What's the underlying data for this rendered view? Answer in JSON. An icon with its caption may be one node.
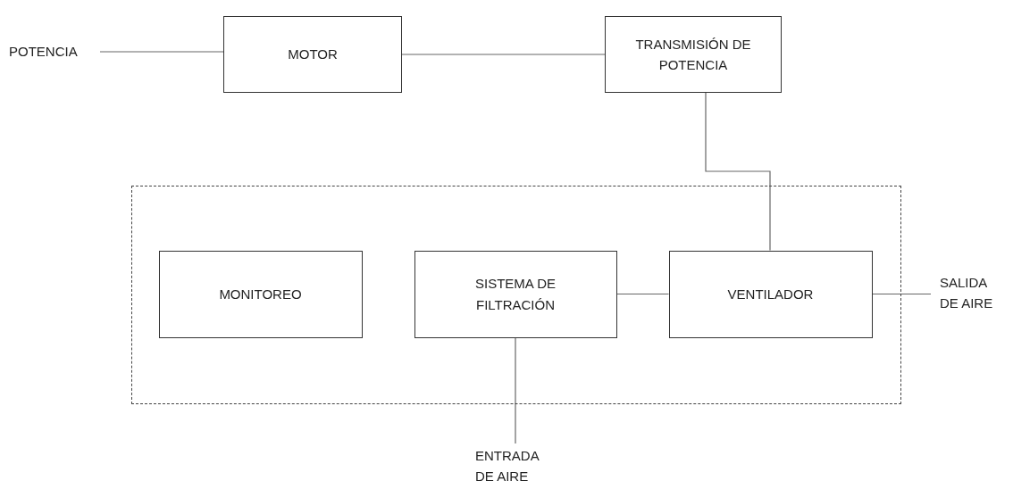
{
  "diagram": {
    "nodes": [
      {
        "text": [
          "POTENCIA"
        ]
      },
      {
        "text": [
          "MOTOR"
        ]
      },
      {
        "text": [
          "TRANSMISIÓN DE POTENCIA"
        ]
      },
      {
        "text": [],
        "shape": "box"
      },
      {
        "text": [
          "MONITOREO"
        ],
        "in": 3
      },
      {
        "text": [
          "SISTEMA DE FILTRACIÓN"
        ],
        "in": 3
      },
      {
        "text": [
          "VENTILADOR"
        ],
        "in": 3
      },
      {
        "text": [
          "SALIDA DE AIRE"
        ]
      },
      {
        "text": [
          "ENTRADA DE AIRE"
        ]
      }
    ],
    "edges": [
      {
        "from": 0,
        "to": 1,
        "arrow": "none"
      },
      {
        "from": 1,
        "to": 2,
        "arrow": "none"
      },
      {
        "from": 2,
        "to": 6,
        "arrow": "none"
      },
      {
        "from": 5,
        "to": 6,
        "arrow": "none"
      },
      {
        "from": 6,
        "to": 7,
        "arrow": "none"
      },
      {
        "from": 5,
        "to": 8,
        "arrow": "none"
      }
    ]
  }
}
